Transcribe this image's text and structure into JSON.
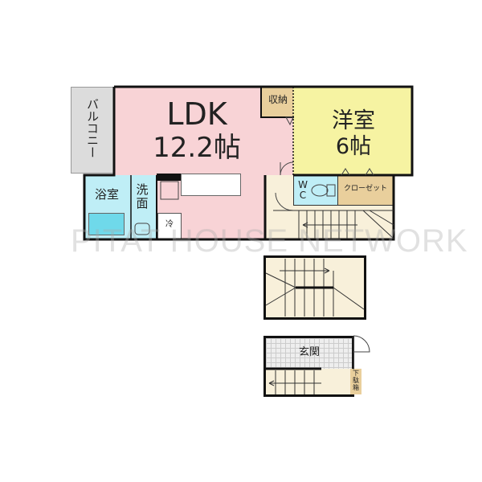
{
  "floorplan": {
    "rooms": {
      "balcony": {
        "label": "バルコニー"
      },
      "ldk": {
        "label": "LDK",
        "size": "12.2帖"
      },
      "storage": {
        "label": "収納"
      },
      "western_room": {
        "label": "洋室",
        "size": "6帖"
      },
      "bath": {
        "label": "浴室"
      },
      "washroom": {
        "label": "洗面"
      },
      "fridge": {
        "label": "冷"
      },
      "wc": {
        "label": "W C"
      },
      "closet": {
        "label": "クローゼット"
      },
      "entrance": {
        "label": "玄関"
      },
      "shoe_box": {
        "label": "下駄箱"
      }
    },
    "watermark": "PITAT HOUSE NETWORK",
    "colors": {
      "ldk": "#f8d3d6",
      "western": "#f6f3a2",
      "wet": "#bfeef6",
      "storage": "#e9cf9c",
      "stairs": "#f8f0da",
      "balcony": "#dcdcdc"
    }
  }
}
